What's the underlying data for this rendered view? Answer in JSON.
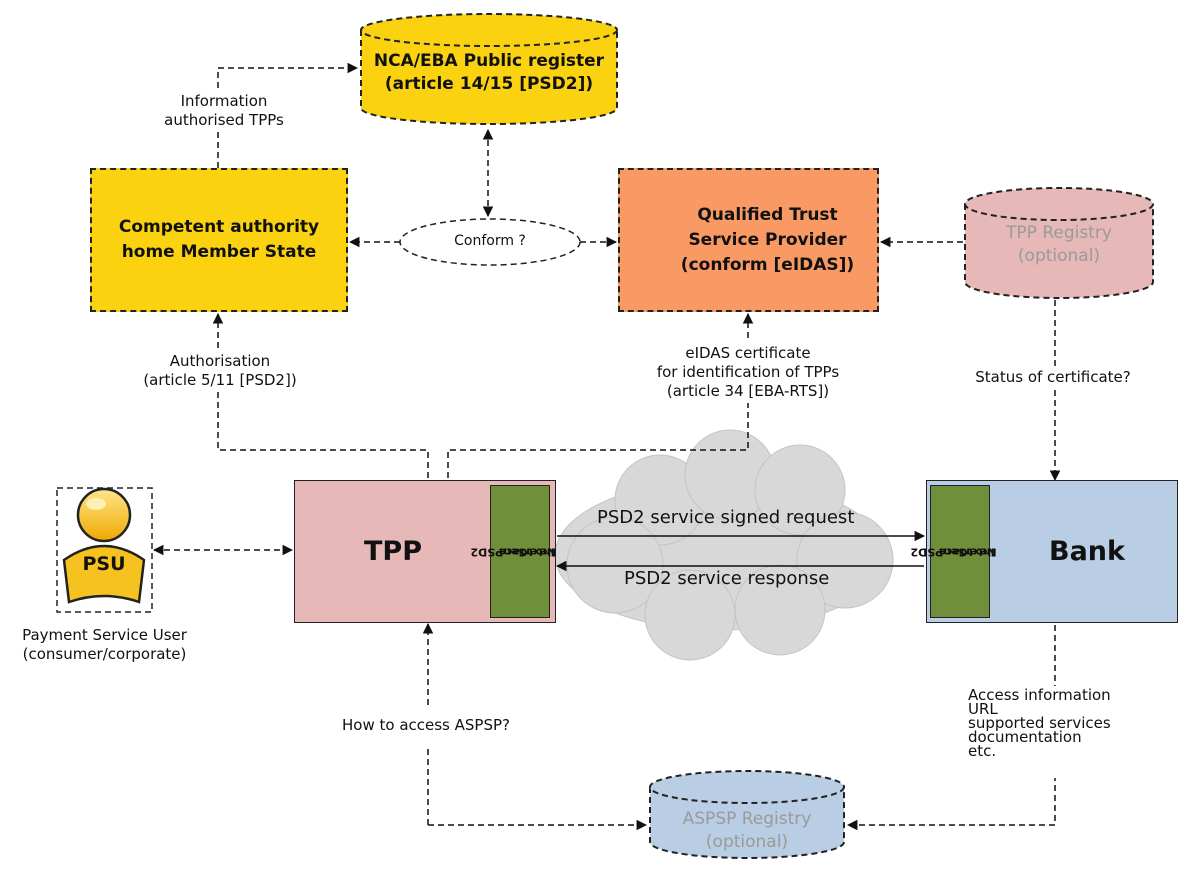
{
  "nodes": {
    "public_register": {
      "line1": "NCA/EBA Public register",
      "line2": "(article 14/15 [PSD2])",
      "color": "#fbd20f"
    },
    "competent_authority": {
      "line1": "Competent authority",
      "line2": "home Member State",
      "color": "#fbd20f"
    },
    "qtsp": {
      "line1": "Qualified Trust",
      "line2": "Service Provider",
      "line3": "(conform [eIDAS])",
      "color": "#f99a64"
    },
    "tpp_registry": {
      "line1": "TPP Registry",
      "line2": "(optional)",
      "color": "#e6b8b8"
    },
    "tpp": {
      "label": "TPP",
      "color": "#e6b8b8"
    },
    "bank": {
      "label": "Bank",
      "color": "#b9cde4"
    },
    "aspsp_registry": {
      "line1": "ASPSP Registry",
      "line2": "(optional)",
      "color": "#b9cde4"
    },
    "interface": {
      "line1": "NextGenPSD2",
      "line2": "Interface",
      "color": "#6f8f3b"
    },
    "psu": {
      "badge": "PSU",
      "caption1": "Payment Service User",
      "caption2": "(consumer/corporate)"
    },
    "conform": {
      "label": "Conform ?"
    }
  },
  "edges": {
    "info_tpps": {
      "line1": "Information",
      "line2": "authorised TPPs"
    },
    "authorisation": {
      "line1": "Authorisation",
      "line2": "(article 5/11 [PSD2])"
    },
    "eidas_cert": {
      "line1": "eIDAS certificate",
      "line2": "for identification of TPPs",
      "line3": "(article 34 [EBA-RTS])"
    },
    "status_cert": {
      "label": "Status of certificate?"
    },
    "how_access": {
      "label": "How to access ASPSP?"
    },
    "access_info": {
      "line1": "Access information",
      "line2": "URL",
      "line3": "supported services",
      "line4": "documentation",
      "line5": "etc."
    },
    "signed_request": {
      "label": "PSD2 service signed request"
    },
    "service_response": {
      "label": "PSD2 service response"
    }
  }
}
